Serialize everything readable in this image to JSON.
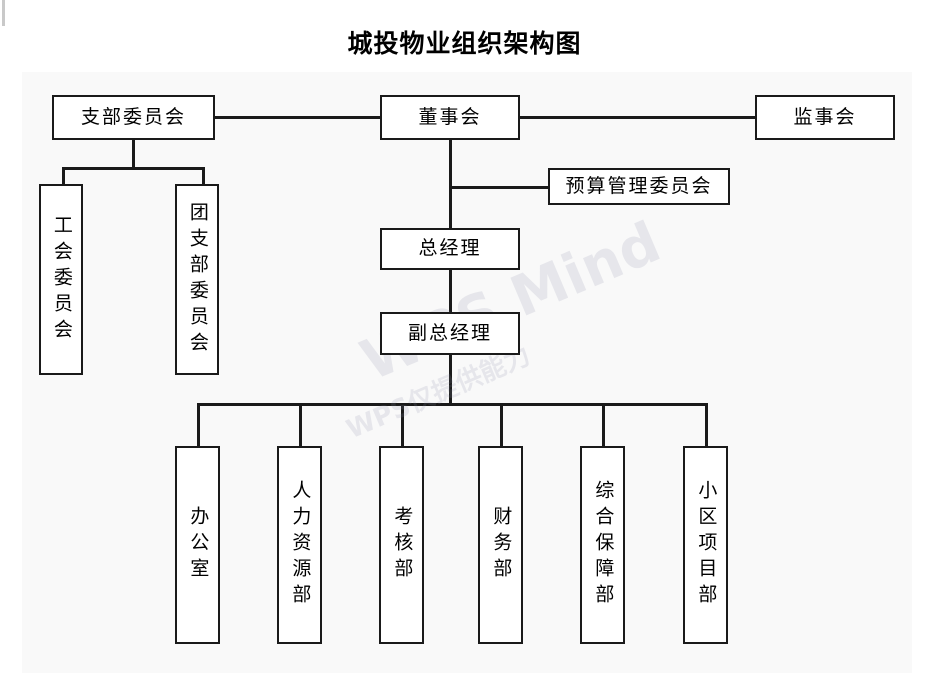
{
  "page": {
    "title": "城投物业组织架构图",
    "background_color": "#ffffff",
    "canvas_color": "#f9f9f9",
    "line_color": "#1a1a1a",
    "box_fill": "#ffffff"
  },
  "watermark": {
    "primary": "WPS Mind",
    "secondary": "WPS仅提供能力"
  },
  "chart_data": {
    "type": "diagram",
    "title": "城投物业组织架构图",
    "orientation": "top-down",
    "nodes": [
      {
        "id": "party_branch",
        "label": "支部委员会",
        "level": 0,
        "orientation": "horizontal"
      },
      {
        "id": "board",
        "label": "董事会",
        "level": 0,
        "orientation": "horizontal"
      },
      {
        "id": "supervisors",
        "label": "监事会",
        "level": 0,
        "orientation": "horizontal"
      },
      {
        "id": "budget_committee",
        "label": "预算管理委员会",
        "level": 1,
        "orientation": "horizontal"
      },
      {
        "id": "union",
        "label": "工会委员会",
        "level": 1,
        "orientation": "vertical"
      },
      {
        "id": "youth_league",
        "label": "团支部委员会",
        "level": 1,
        "orientation": "vertical"
      },
      {
        "id": "general_manager",
        "label": "总经理",
        "level": 1,
        "orientation": "horizontal"
      },
      {
        "id": "deputy_manager",
        "label": "副总经理",
        "level": 2,
        "orientation": "horizontal"
      },
      {
        "id": "office",
        "label": "办公室",
        "level": 3,
        "orientation": "vertical"
      },
      {
        "id": "hr",
        "label": "人力资源部",
        "level": 3,
        "orientation": "vertical"
      },
      {
        "id": "assessment",
        "label": "考核部",
        "level": 3,
        "orientation": "vertical"
      },
      {
        "id": "finance",
        "label": "财务部",
        "level": 3,
        "orientation": "vertical"
      },
      {
        "id": "support",
        "label": "综合保障部",
        "level": 3,
        "orientation": "vertical"
      },
      {
        "id": "community",
        "label": "小区项目部",
        "level": 3,
        "orientation": "vertical"
      }
    ],
    "edges": [
      {
        "from": "party_branch",
        "to": "board"
      },
      {
        "from": "board",
        "to": "supervisors"
      },
      {
        "from": "party_branch",
        "to": "union"
      },
      {
        "from": "party_branch",
        "to": "youth_league"
      },
      {
        "from": "board",
        "to": "budget_committee"
      },
      {
        "from": "board",
        "to": "general_manager"
      },
      {
        "from": "general_manager",
        "to": "deputy_manager"
      },
      {
        "from": "deputy_manager",
        "to": "office"
      },
      {
        "from": "deputy_manager",
        "to": "hr"
      },
      {
        "from": "deputy_manager",
        "to": "assessment"
      },
      {
        "from": "deputy_manager",
        "to": "finance"
      },
      {
        "from": "deputy_manager",
        "to": "support"
      },
      {
        "from": "deputy_manager",
        "to": "community"
      }
    ]
  }
}
